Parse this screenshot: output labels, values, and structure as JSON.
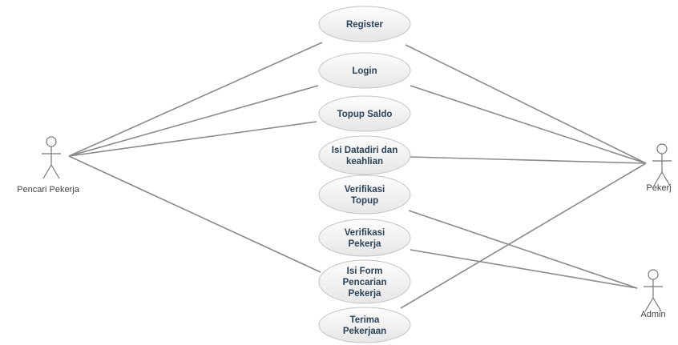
{
  "actors": [
    {
      "id": "pencari",
      "label": "Pencari Pekerja"
    },
    {
      "id": "pekerja",
      "label": "Pekerj"
    },
    {
      "id": "admin",
      "label": "Admin"
    }
  ],
  "use_cases": [
    {
      "id": "register",
      "lines": [
        "Register"
      ]
    },
    {
      "id": "login",
      "lines": [
        "Login"
      ]
    },
    {
      "id": "topup-saldo",
      "lines": [
        "Topup Saldo"
      ]
    },
    {
      "id": "isi-datadiri",
      "lines": [
        "Isi Datadiri dan",
        "keahlian"
      ]
    },
    {
      "id": "verifikasi-topup",
      "lines": [
        "Verifikasi",
        "Topup"
      ]
    },
    {
      "id": "verifikasi-pekerja",
      "lines": [
        "Verifikasi",
        "Pekerja"
      ]
    },
    {
      "id": "isi-form",
      "lines": [
        "Isi Form",
        "Pencarian",
        "Pekerja"
      ]
    },
    {
      "id": "terima-pekerjaan",
      "lines": [
        "Terima",
        "Pekerjaan"
      ]
    }
  ],
  "associations": [
    [
      "pencari",
      "register"
    ],
    [
      "pencari",
      "login"
    ],
    [
      "pencari",
      "topup-saldo"
    ],
    [
      "pencari",
      "isi-form"
    ],
    [
      "pekerja",
      "register"
    ],
    [
      "pekerja",
      "login"
    ],
    [
      "pekerja",
      "isi-datadiri"
    ],
    [
      "pekerja",
      "terima-pekerjaan"
    ],
    [
      "admin",
      "verifikasi-topup"
    ],
    [
      "admin",
      "verifikasi-pekerja"
    ]
  ]
}
